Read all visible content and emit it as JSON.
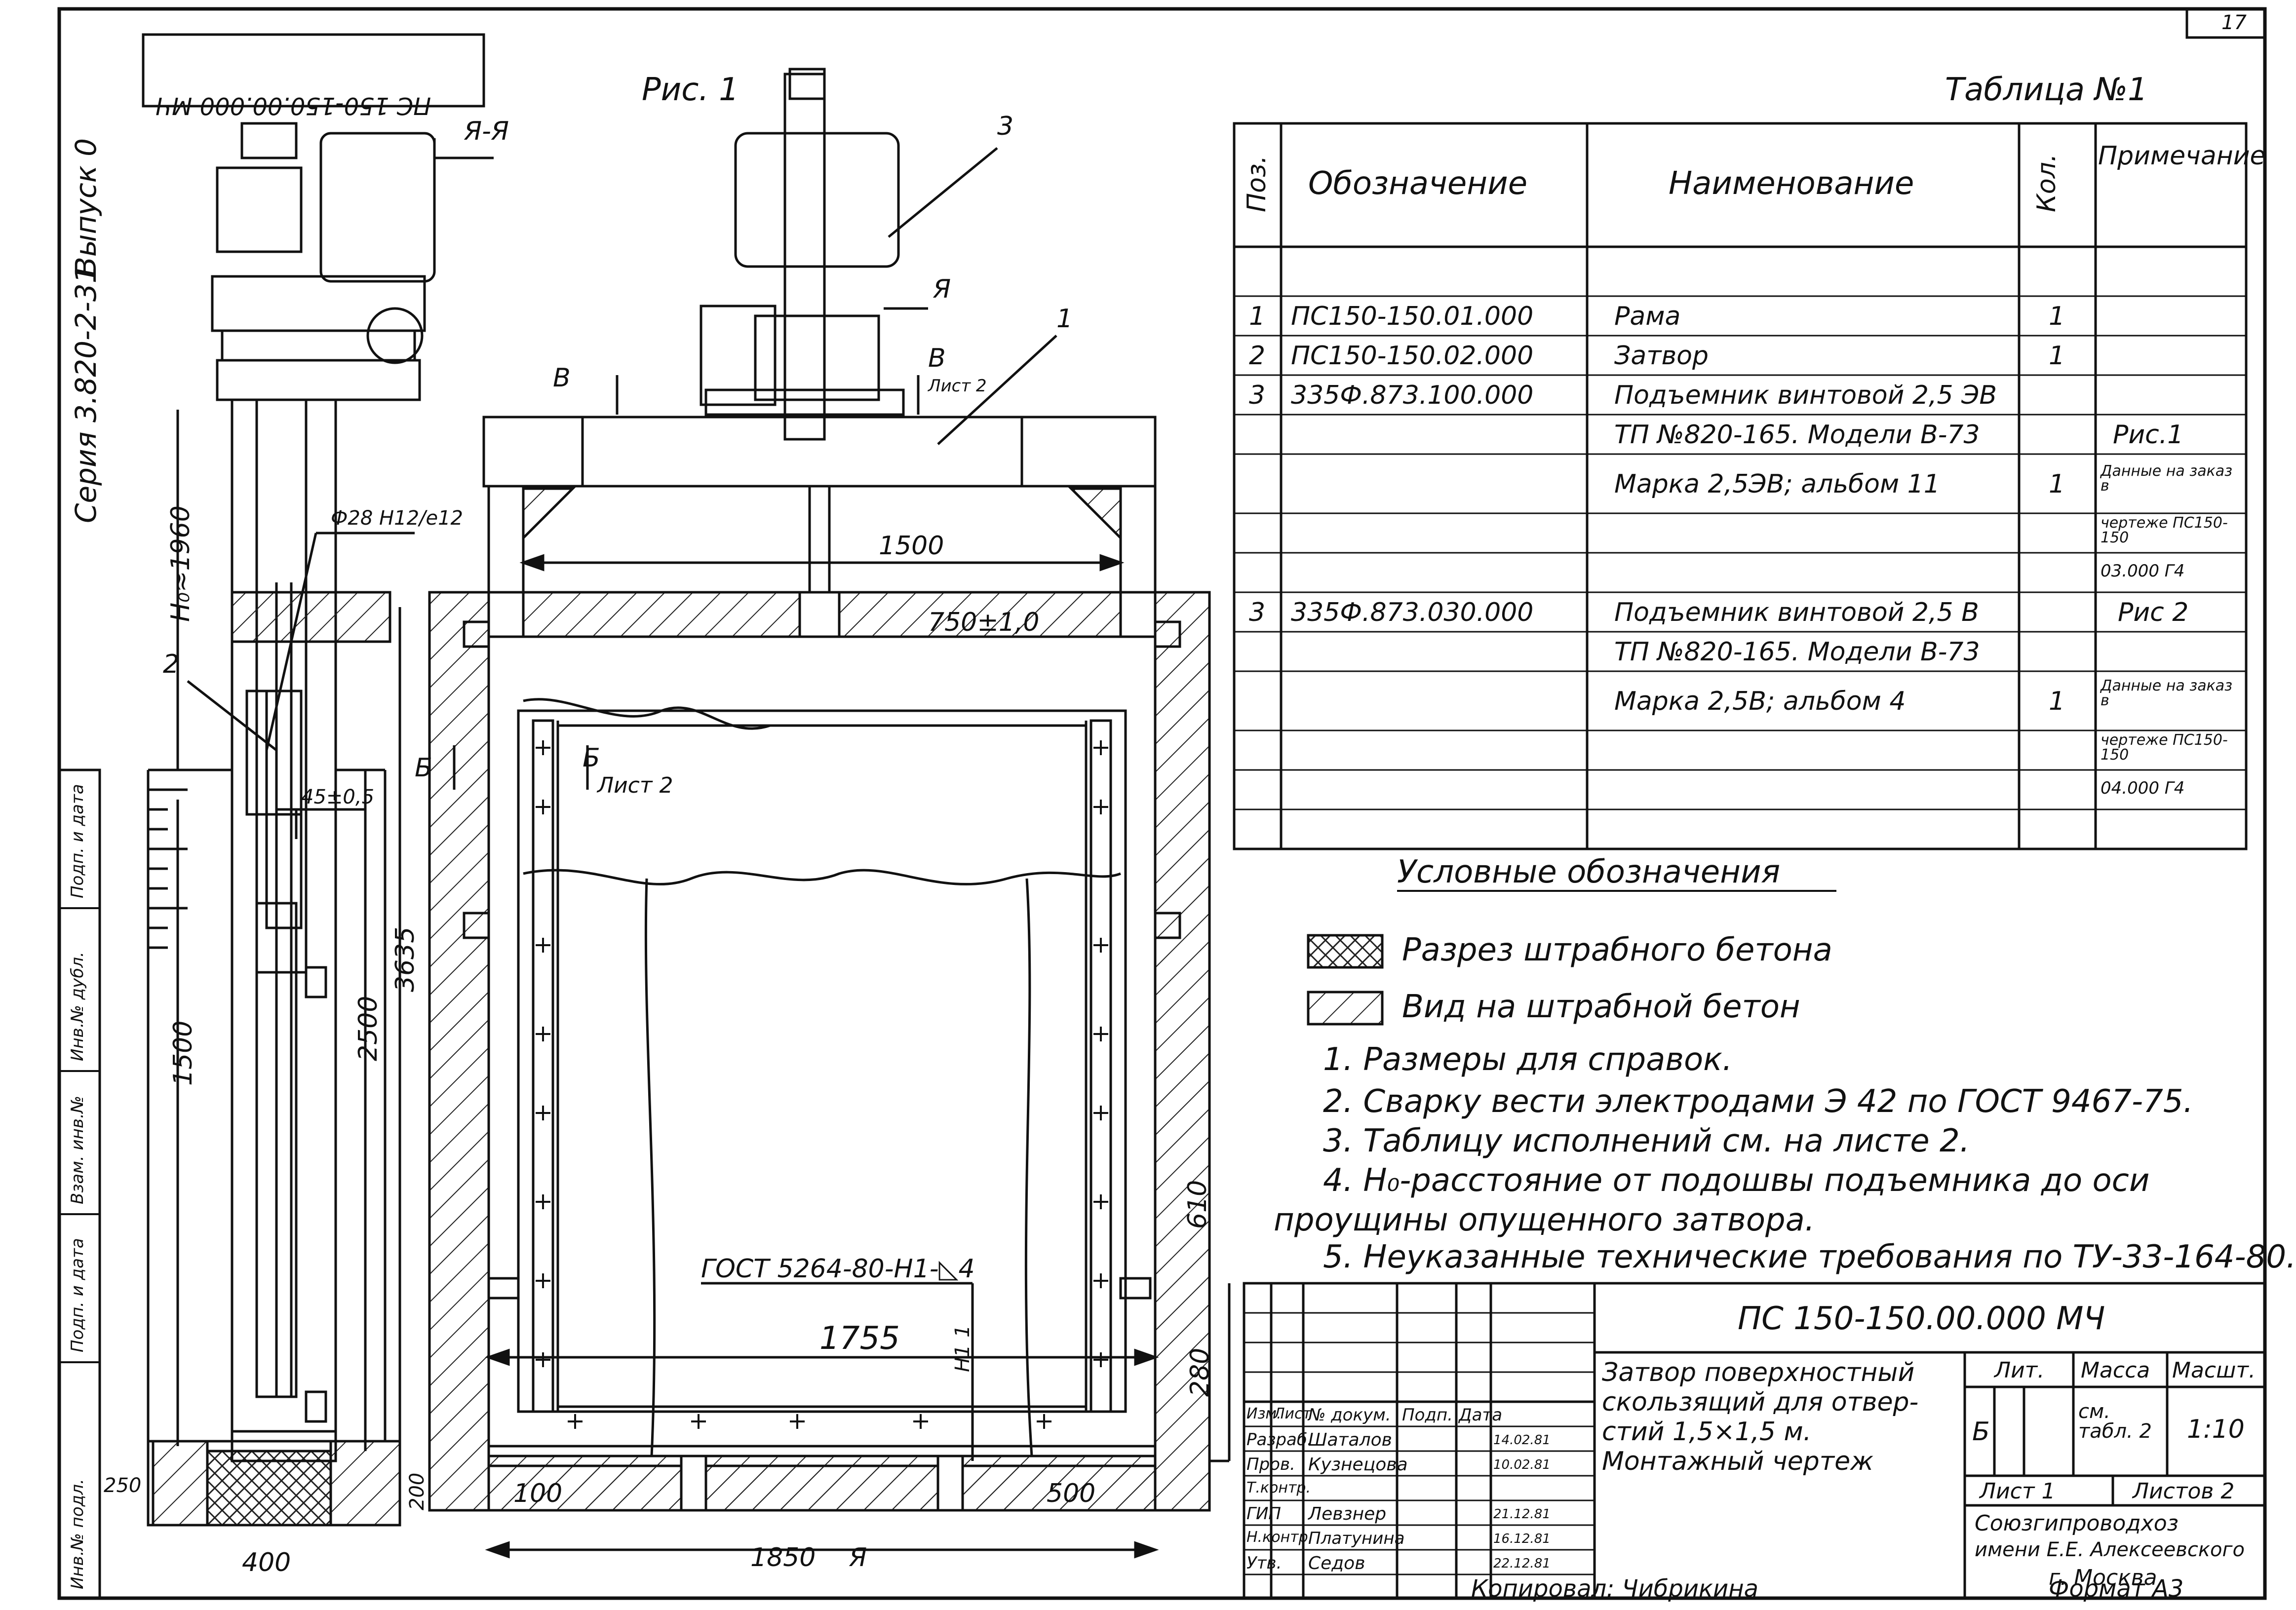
{
  "sheet_number": "17",
  "figure_title": "Рис. 1",
  "section_label": "Я-Я",
  "side_stamp_code": "ПС 150-150.00.000 МЧ",
  "side_series": "Серия 3.820-2-31",
  "side_issue": "Выпуск 0",
  "side_columns": [
    "Инв.№ подл.",
    "Подп. и дата",
    "Взам. инв.№",
    "Инв.№ дубл.",
    "Подп. и дата"
  ],
  "callouts": {
    "pos1": "1",
    "pos2": "2",
    "pos3": "3",
    "sectionA_left": "Я",
    "sectionA_bottom": "Я"
  },
  "section_marks": {
    "v_left": "В",
    "v_right": "В",
    "v_right_sheet": "Лист 2",
    "b_left": "Б",
    "b_right": "Б",
    "b_right_sheet": "Лист 2"
  },
  "dimensions": {
    "d1500_top": "1500",
    "d750": "750±1,0",
    "d_hole": "Ф28 H12/e12",
    "h0": "H₀≈1960",
    "d45": "45±0,5",
    "d3635": "3635",
    "d2500": "2500",
    "d1500_left": "1500",
    "d610": "610",
    "d280": "280",
    "d1755": "1755",
    "d100": "100",
    "d500": "500",
    "d1850": "1850",
    "d400": "400",
    "d250": "250",
    "d200": "200",
    "weld_note": "ГОСТ 5264-80-Н1-◺4",
    "weld_num": "Н1",
    "weld_num2": "1"
  },
  "table": {
    "title": "Таблица №1",
    "headers": {
      "pos": "Поз.",
      "designation": "Обозначение",
      "name": "Наименование",
      "qty": "Кол.",
      "note": "Примечание"
    },
    "rows": [
      {
        "pos": "1",
        "designation": "ПС150-150.01.000",
        "name": "Рама",
        "qty": "1",
        "note": ""
      },
      {
        "pos": "2",
        "designation": "ПС150-150.02.000",
        "name": "Затвор",
        "qty": "1",
        "note": ""
      },
      {
        "pos": "3",
        "designation": "335Ф.873.100.000",
        "name": "Подъемник винтовой 2,5 ЭВ",
        "qty": "",
        "note": ""
      },
      {
        "pos": "",
        "designation": "",
        "name": "ТП №820-165. Модели В-73",
        "qty": "",
        "note": "Рис.1"
      },
      {
        "pos": "",
        "designation": "",
        "name": "Марка 2,5ЭВ; альбом 11",
        "qty": "1",
        "note": "Данные на заказ в"
      },
      {
        "pos": "",
        "designation": "",
        "name": "",
        "qty": "",
        "note": "чертеже ПС150-150"
      },
      {
        "pos": "",
        "designation": "",
        "name": "",
        "qty": "",
        "note": "03.000 Г4"
      },
      {
        "pos": "3",
        "designation": "335Ф.873.030.000",
        "name": "Подъемник винтовой 2,5 В",
        "qty": "",
        "note": "Рис 2"
      },
      {
        "pos": "",
        "designation": "",
        "name": "ТП №820-165. Модели В-73",
        "qty": "",
        "note": ""
      },
      {
        "pos": "",
        "designation": "",
        "name": "Марка 2,5В; альбом 4",
        "qty": "1",
        "note": "Данные на заказ в"
      },
      {
        "pos": "",
        "designation": "",
        "name": "",
        "qty": "",
        "note": "чертеже ПС150-150"
      },
      {
        "pos": "",
        "designation": "",
        "name": "",
        "qty": "",
        "note": "04.000 Г4"
      }
    ]
  },
  "legend": {
    "title": "Условные обозначения",
    "items": [
      "Разрез штрабного бетона",
      "Вид на штрабной бетон"
    ]
  },
  "notes": [
    "1. Размеры для справок.",
    "2. Сварку вести электродами Э 42 по ГОСТ 9467-75.",
    "3. Таблицу исполнений см. на листе 2.",
    "4. H₀-расстояние от подошвы подъемника до оси",
    "проущины опущенного затвора.",
    "5. Неуказанные технические требования по ТУ-33-164-80."
  ],
  "title_block": {
    "code": "ПС 150-150.00.000 МЧ",
    "title_lines": [
      "Затвор поверхностный",
      "скользящий для отвер-",
      "стий 1,5×1,5 м.",
      "Монтажный чертеж"
    ],
    "lit_label": "Лит.",
    "mass_label": "Масса",
    "scale_label": "Масшт.",
    "lit_value": "Б",
    "mass_value": "см. табл. 2",
    "scale_value": "1:10",
    "sheet_label": "Лист 1",
    "sheets_label": "Листов 2",
    "org_lines": [
      "Союзгипроводхоз",
      "имени Е.Е. Алексеевского",
      "г. Москва"
    ],
    "head_cols": [
      "Изм.",
      "Лист",
      "№ докум.",
      "Подп.",
      "Дата"
    ],
    "roles": [
      {
        "role": "Разраб.",
        "name": "Шаталов",
        "date": "14.02.81"
      },
      {
        "role": "Пров.",
        "name": "Кузнецова",
        "date": "10.02.81"
      },
      {
        "role": "Т.контр.",
        "name": "",
        "date": ""
      },
      {
        "role": "ГИП",
        "name": "Левзнер",
        "date": "21.12.81"
      },
      {
        "role": "Н.контр.",
        "name": "Платунина",
        "date": "16.12.81"
      },
      {
        "role": "Утв.",
        "name": "Седов",
        "date": "22.12.81"
      }
    ],
    "copied": "Копировал: Чибрикина",
    "format": "Формат А3"
  }
}
